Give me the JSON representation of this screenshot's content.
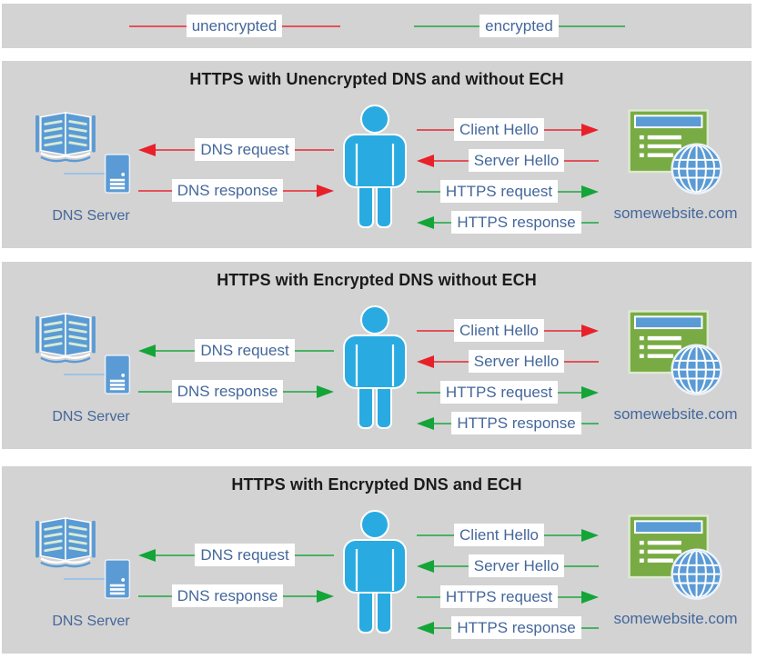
{
  "colors": {
    "red": "#e8202a",
    "green": "#13a538",
    "person_blue": "#29abe2",
    "icon_blue": "#5b9bd5",
    "site_green": "#78ab43",
    "label_text": "#44679b",
    "title_text": "#1b1b1b",
    "panel_bg": "#d3d3d3",
    "connector_blue": "#9dc3e6"
  },
  "legend": {
    "items": [
      {
        "label": "unencrypted",
        "color": "red"
      },
      {
        "label": "encrypted",
        "color": "green"
      }
    ]
  },
  "panels": [
    {
      "title": "HTTPS with Unencrypted DNS and without ECH",
      "dns_server_label": "DNS Server",
      "website_label": "somewebsite.com",
      "dns_arrows": [
        {
          "label": "DNS request",
          "direction": "left",
          "color": "red"
        },
        {
          "label": "DNS response",
          "direction": "right",
          "color": "red"
        }
      ],
      "https_arrows": [
        {
          "label": "Client Hello",
          "direction": "right",
          "color": "red"
        },
        {
          "label": "Server Hello",
          "direction": "left",
          "color": "red"
        },
        {
          "label": "HTTPS request",
          "direction": "right",
          "color": "green"
        },
        {
          "label": "HTTPS response",
          "direction": "left",
          "color": "green"
        }
      ]
    },
    {
      "title": "HTTPS with Encrypted DNS without ECH",
      "dns_server_label": "DNS Server",
      "website_label": "somewebsite.com",
      "dns_arrows": [
        {
          "label": "DNS request",
          "direction": "left",
          "color": "green"
        },
        {
          "label": "DNS response",
          "direction": "right",
          "color": "green"
        }
      ],
      "https_arrows": [
        {
          "label": "Client Hello",
          "direction": "right",
          "color": "red"
        },
        {
          "label": "Server Hello",
          "direction": "left",
          "color": "red"
        },
        {
          "label": "HTTPS request",
          "direction": "right",
          "color": "green"
        },
        {
          "label": "HTTPS response",
          "direction": "left",
          "color": "green"
        }
      ]
    },
    {
      "title": "HTTPS with Encrypted DNS and ECH",
      "dns_server_label": "DNS Server",
      "website_label": "somewebsite.com",
      "dns_arrows": [
        {
          "label": "DNS request",
          "direction": "left",
          "color": "green"
        },
        {
          "label": "DNS response",
          "direction": "right",
          "color": "green"
        }
      ],
      "https_arrows": [
        {
          "label": "Client Hello",
          "direction": "right",
          "color": "green"
        },
        {
          "label": "Server Hello",
          "direction": "left",
          "color": "green"
        },
        {
          "label": "HTTPS request",
          "direction": "right",
          "color": "green"
        },
        {
          "label": "HTTPS response",
          "direction": "left",
          "color": "green"
        }
      ]
    }
  ]
}
